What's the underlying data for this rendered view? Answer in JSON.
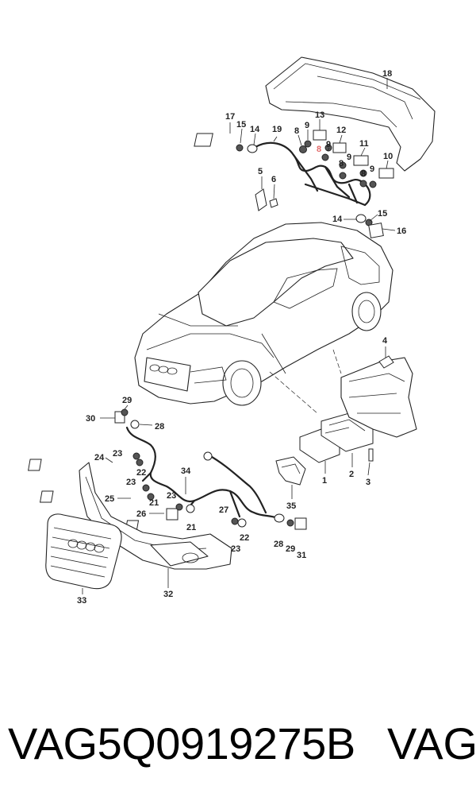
{
  "callouts": [
    {
      "text": "18"
    },
    {
      "text": "17"
    },
    {
      "text": "15"
    },
    {
      "text": "14"
    },
    {
      "text": "19"
    },
    {
      "text": "8"
    },
    {
      "text": "9"
    },
    {
      "text": "13"
    },
    {
      "text": "9"
    },
    {
      "text": "12"
    },
    {
      "text": "8"
    },
    {
      "text": "9"
    },
    {
      "text": "11"
    },
    {
      "text": "8"
    },
    {
      "text": "9"
    },
    {
      "text": "10"
    },
    {
      "text": "5"
    },
    {
      "text": "6"
    },
    {
      "text": "14"
    },
    {
      "text": "15"
    },
    {
      "text": "16"
    },
    {
      "text": "4"
    },
    {
      "text": "29"
    },
    {
      "text": "30"
    },
    {
      "text": "28"
    },
    {
      "text": "24"
    },
    {
      "text": "23"
    },
    {
      "text": "22"
    },
    {
      "text": "23"
    },
    {
      "text": "34"
    },
    {
      "text": "25"
    },
    {
      "text": "21"
    },
    {
      "text": "23"
    },
    {
      "text": "26"
    },
    {
      "text": "21"
    },
    {
      "text": "27"
    },
    {
      "text": "23"
    },
    {
      "text": "22"
    },
    {
      "text": "1"
    },
    {
      "text": "2"
    },
    {
      "text": "3"
    },
    {
      "text": "35"
    },
    {
      "text": "28"
    },
    {
      "text": "29"
    },
    {
      "text": "31"
    },
    {
      "text": "33"
    },
    {
      "text": "32"
    }
  ],
  "highlight_callout": {
    "text": "8",
    "color": "#e26a6a"
  },
  "footer": {
    "part_number": "VAG5Q0919275B",
    "brand": "VAG"
  }
}
